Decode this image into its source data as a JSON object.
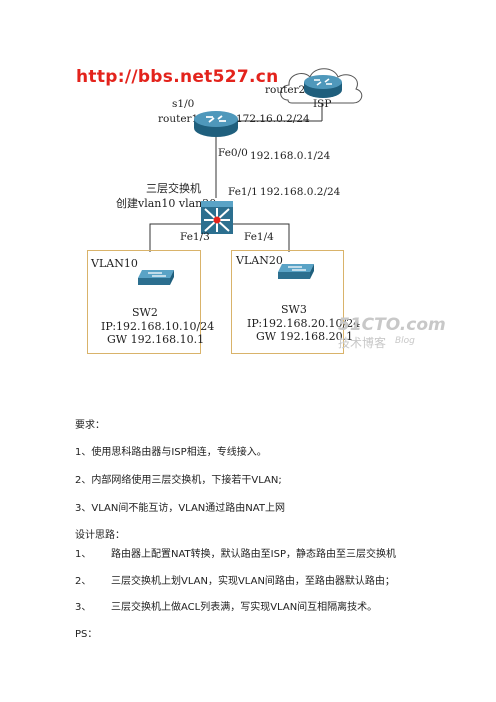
{
  "diagram": {
    "watermark_url": "http://bbs.net527.cn",
    "router2": {
      "name": "router2",
      "cloud_label": "ISP"
    },
    "router1": {
      "port": "s1/0",
      "name": "router1",
      "link_net": "172.16.0.2/24"
    },
    "uplink": {
      "port": "Fe0/0",
      "ip": "192.168.0.1/24"
    },
    "l3switch": {
      "title": "三层交换机",
      "subtitle": "创建vlan10 vlan20",
      "port": "Fe1/1",
      "ip": "192.168.0.2/24",
      "port_left": "Fe1/3",
      "port_right": "Fe1/4"
    },
    "vlan10": {
      "label": "VLAN10",
      "switch": "SW2",
      "ip": "IP:192.168.10.10/24",
      "gw": "GW 192.168.10.1"
    },
    "vlan20": {
      "label": "VLAN20",
      "switch": "SW3",
      "ip": "IP:192.168.20.10/24",
      "gw": "GW 192.168.20.1"
    },
    "blog_watermark": {
      "site": "51CTO.com",
      "cn": "技术博客",
      "en": "Blog"
    }
  },
  "requirements": {
    "heading": "要求：",
    "items": [
      "1、使用思科路由器与ISP相连，专线接入。",
      "2、内部网络使用三层交换机，下接若干VLAN;",
      "3、VLAN间不能互访，VLAN通过路由NAT上网"
    ]
  },
  "design": {
    "heading": "设计思路：",
    "items": [
      {
        "num": "1、",
        "text": "路由器上配置NAT转换，默认路由至ISP，静态路由至三层交换机"
      },
      {
        "num": "2、",
        "text": "三层交换机上划VLAN，实现VLAN间路由，至路由器默认路由；"
      },
      {
        "num": "3、",
        "text": "三层交换机上做ACL列表满，写实现VLAN间互相隔离技术。"
      }
    ]
  },
  "ps": "PS："
}
